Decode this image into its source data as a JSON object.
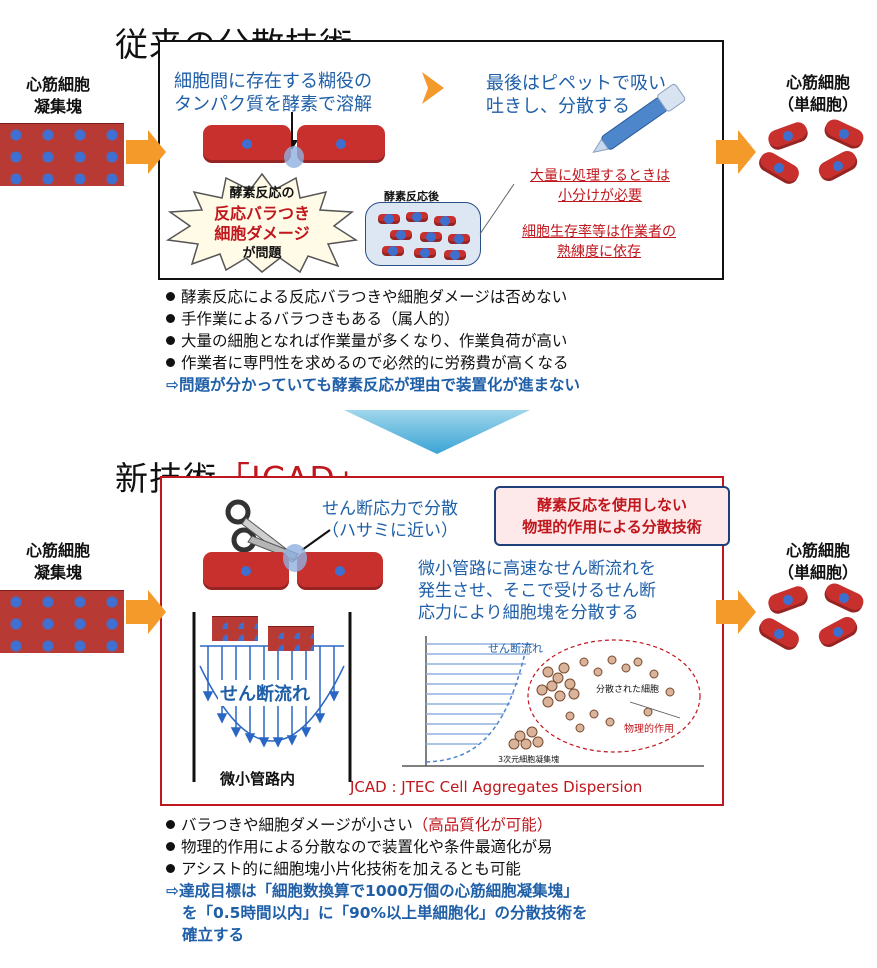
{
  "top": {
    "title": "従来の分散技術",
    "input_label": [
      "心筋細胞",
      "凝集塊"
    ],
    "output_label": [
      "心筋細胞",
      "（単細胞）"
    ],
    "enzyme_text": [
      "細胞間に存在する糊役の",
      "タンパク質を酵素で溶解"
    ],
    "pipette_text": [
      "最後はピペットで吸い",
      "吐きし、分散する"
    ],
    "burst": {
      "line1": "酵素反応の",
      "line2": "反応バラつき",
      "line3": "細胞ダメージ",
      "line4": "が問題"
    },
    "after_label": "酵素反応後",
    "note1": [
      "大量に処理するときは",
      "小分けが必要"
    ],
    "note2": [
      "細胞生存率等は作業者の",
      "熟練度に依存"
    ],
    "bullets": [
      "酵素反応による反応バラつきや細胞ダメージは否めない",
      "手作業によるバラつきもある（属人的）",
      "大量の細胞となれば作業量が多くなり、作業負荷が高い",
      "作業者に専門性を求めるので必然的に労務費が高くなる"
    ],
    "conclusion": "⇨問題が分かっていても酵素反応が理由で装置化が進まない"
  },
  "bottom": {
    "title_prefix": "新技術",
    "title_name": "「JCAD」",
    "input_label": [
      "心筋細胞",
      "凝集塊"
    ],
    "output_label": [
      "心筋細胞",
      "（単細胞）"
    ],
    "shear_text": [
      "せん断応力で分散",
      "（ハサミに近い）"
    ],
    "callout": [
      "酵素反応を使用しない",
      "物理的作用による分散技術"
    ],
    "flow_text": [
      "微小管路に高速なせん断流れを",
      "発生させ、そこで受けるせん断",
      "応力により細胞塊を分散する"
    ],
    "flow_label": "せん断流れ",
    "channel_label": "微小管路内",
    "graph": {
      "shear_label": "せん断流れ",
      "dispersed_label": "分散された細胞",
      "physical_label": "物理的作用",
      "aggregate_label": "3次元細胞凝集塊"
    },
    "jcad_def": "JCAD : JTEC Cell Aggregates Dispersion",
    "bullets": [
      "バラつきや細胞ダメージが小さい",
      "物理的作用による分散なので装置化や条件最適化が易",
      "アシスト的に細胞塊小片化技術を加えるとも可能"
    ],
    "bullet1_note": "（高品質化が可能）",
    "conclusion": [
      "⇨達成目標は「細胞数換算で1000万個の心筋細胞凝集塊」",
      "を「0.5時間以内」に「90%以上単細胞化」の分散技術を",
      "確立する"
    ]
  },
  "colors": {
    "accent_blue": "#1f5fa8",
    "accent_red": "#c0161d",
    "cell_red": "#c8302e",
    "nucleus": "#3d6fcf",
    "arrow_orange": "#f39a2b"
  }
}
